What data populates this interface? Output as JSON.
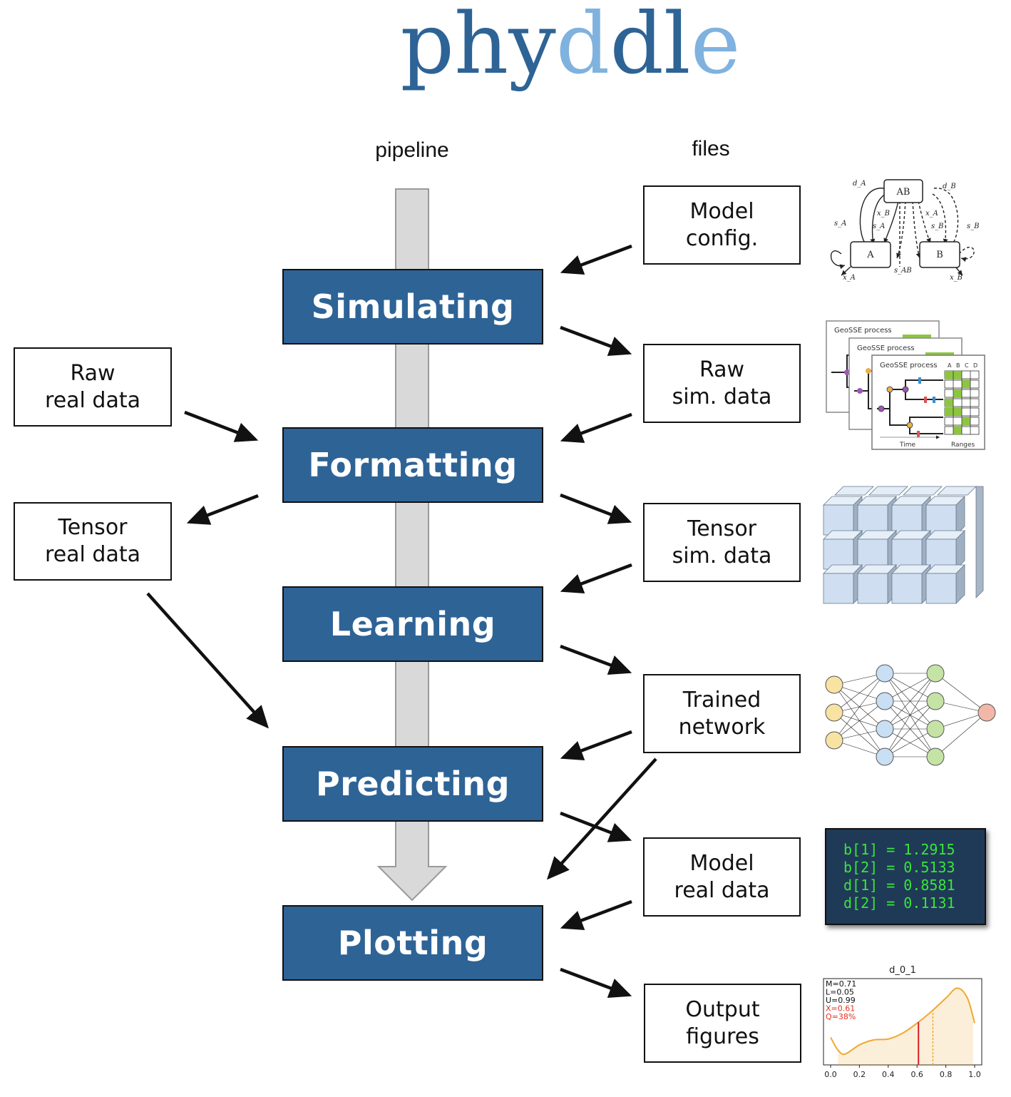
{
  "logo": {
    "letters": [
      "p",
      "h",
      "y",
      "d",
      "d",
      "l",
      "e"
    ],
    "colors": [
      "#2e6396",
      "#2e6396",
      "#2e6396",
      "#7fb2de",
      "#2e6396",
      "#2e6396",
      "#7fb2de"
    ]
  },
  "headers": {
    "pipeline": "pipeline",
    "files": "files"
  },
  "stages": [
    "Simulating",
    "Formatting",
    "Learning",
    "Predicting",
    "Plotting"
  ],
  "left_files": {
    "raw_real": [
      "Raw",
      "real data"
    ],
    "tensor_real": [
      "Tensor",
      "real data"
    ]
  },
  "right_files": {
    "model_config": [
      "Model",
      "config."
    ],
    "raw_sim": [
      "Raw",
      "sim. data"
    ],
    "tensor_sim": [
      "Tensor",
      "sim. data"
    ],
    "trained_network": [
      "Trained",
      "network"
    ],
    "model_real": [
      "Model",
      "real data"
    ],
    "output_figures": [
      "Output",
      "figures"
    ]
  },
  "model_diagram": {
    "nodes": [
      "AB",
      "A",
      "B"
    ],
    "labels": [
      "d_A",
      "d_B",
      "x_B",
      "x_A",
      "s_A",
      "s_B",
      "s_A",
      "s_B",
      "s_AB",
      "x_A",
      "x_B"
    ]
  },
  "sim_panel": {
    "title": "GeoSSE process",
    "range_cols": [
      "A",
      "B",
      "C",
      "D"
    ],
    "xlabel": "Time",
    "range_label": "Ranges"
  },
  "estimates": [
    "b[1] = 1.2915",
    "b[2] = 0.5133",
    "d[1] = 0.8581",
    "d[2] = 0.1131"
  ],
  "chart_data": {
    "type": "area",
    "title": "d_0_1",
    "stats": [
      {
        "text": "M=0.71",
        "color": "#111111"
      },
      {
        "text": "L=0.05",
        "color": "#111111"
      },
      {
        "text": "U=0.99",
        "color": "#111111"
      },
      {
        "text": "X=0.61",
        "color": "#e03020"
      },
      {
        "text": "Q=38%",
        "color": "#e03020"
      }
    ],
    "x": [
      0.0,
      0.05,
      0.1,
      0.2,
      0.3,
      0.4,
      0.5,
      0.6,
      0.7,
      0.8,
      0.88,
      0.95,
      1.0
    ],
    "y": [
      0.33,
      0.18,
      0.13,
      0.24,
      0.3,
      0.31,
      0.38,
      0.5,
      0.64,
      0.8,
      0.92,
      0.8,
      0.5
    ],
    "credible_interval": [
      0.05,
      0.99
    ],
    "true_value": 0.61,
    "mean": 0.71,
    "xticks": [
      "0.0",
      "0.2",
      "0.4",
      "0.6",
      "0.8",
      "1.0"
    ],
    "xlim": [
      0.0,
      1.0
    ],
    "ylim": [
      0.0,
      1.0
    ],
    "color": "#f0a830"
  }
}
